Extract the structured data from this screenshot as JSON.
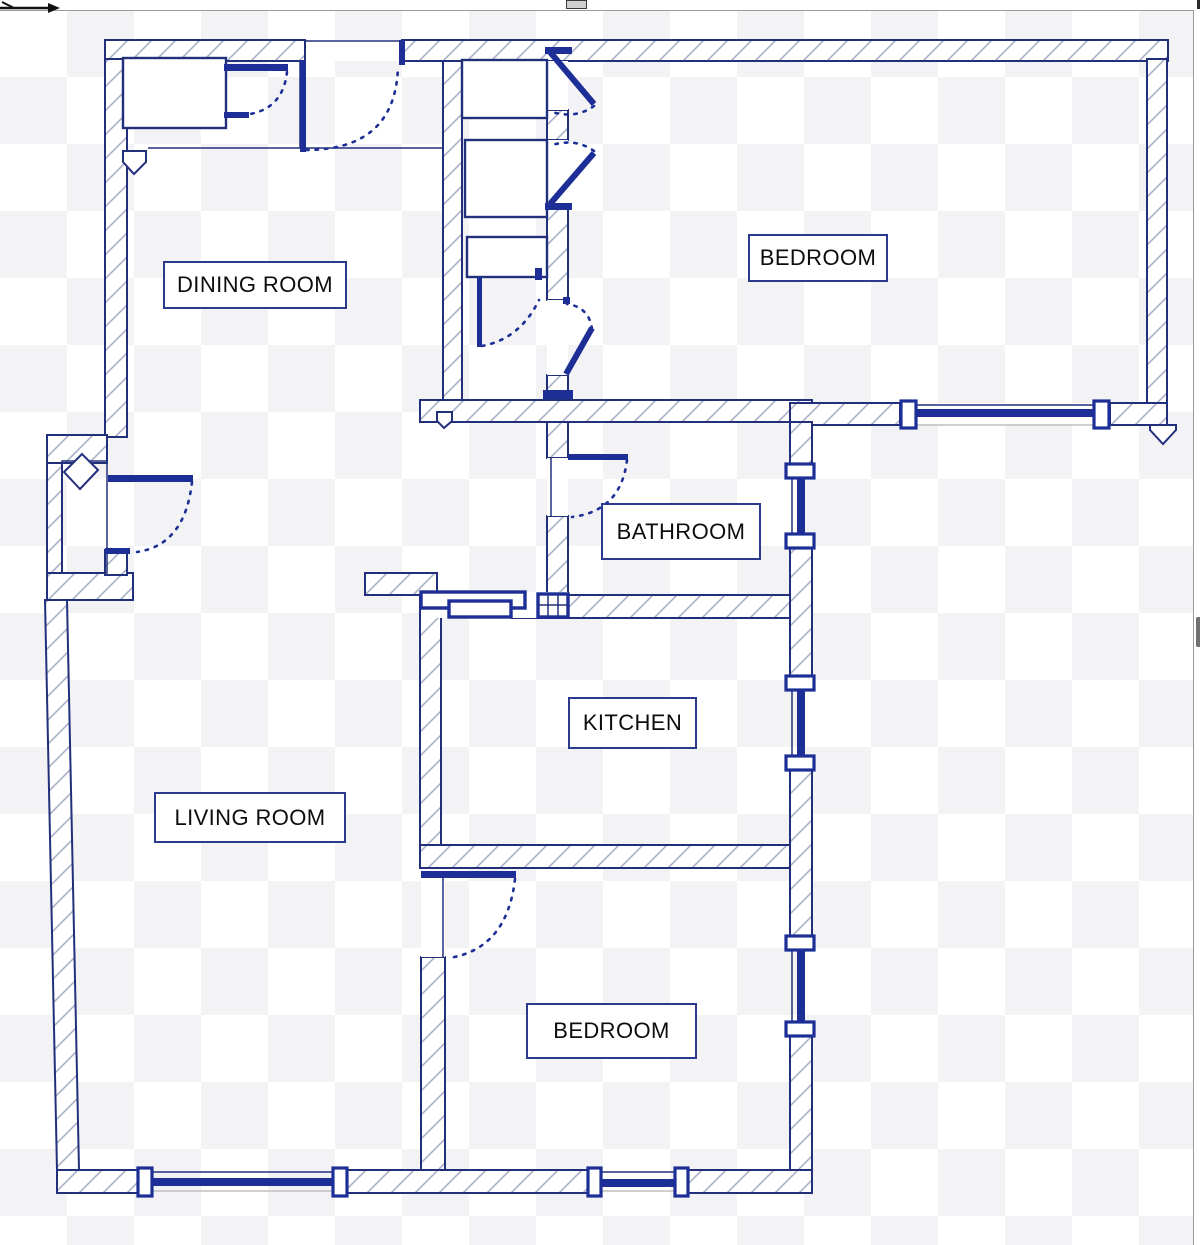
{
  "rooms": [
    {
      "id": "dining",
      "label": "DINING ROOM"
    },
    {
      "id": "bedroom_top",
      "label": "BEDROOM"
    },
    {
      "id": "bathroom",
      "label": "BATHROOM"
    },
    {
      "id": "kitchen",
      "label": "KITCHEN"
    },
    {
      "id": "living",
      "label": "LIVING ROOM"
    },
    {
      "id": "bedroom_bottom",
      "label": "BEDROOM"
    }
  ],
  "colors": {
    "wall_outline": "#22307c",
    "door_leaf": "#1d2f96",
    "hatch_line": "#a8b1c7",
    "label_border": "#2b3a8c",
    "label_text": "#0d0d0d",
    "checker_light": "#ffffff",
    "checker_dark": "#f3f3f5",
    "canvas_edge": "#9a9a9a",
    "scroll_thumb": "#707070"
  },
  "chrome": {
    "icons": {
      "guide_arrow": "right-arrow-icon",
      "handle": "resize-handle",
      "scrollbar": "scrollbar-thumb"
    }
  }
}
